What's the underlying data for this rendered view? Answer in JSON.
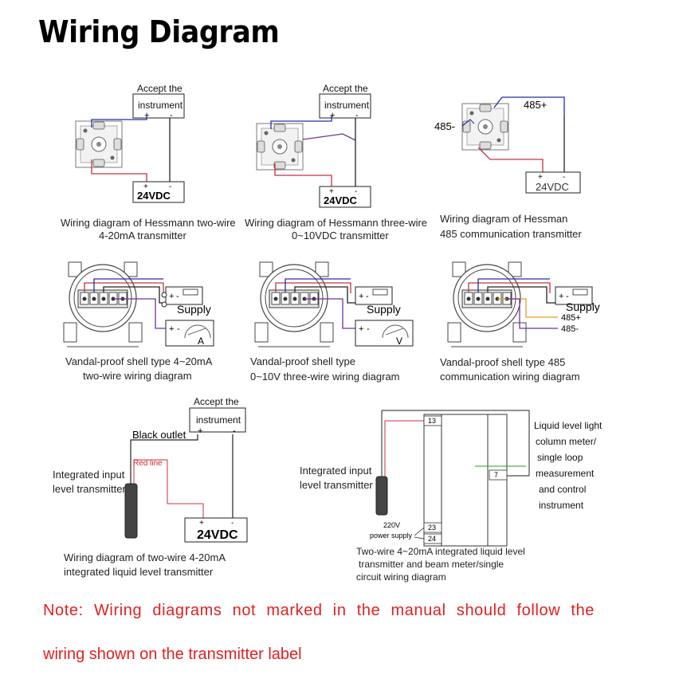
{
  "title": "Wiring Diagram",
  "diagrams": {
    "d1": {
      "box_label": [
        "Accept the",
        "instrument"
      ],
      "supply": "24VDC",
      "plus": "+",
      "minus": "-",
      "caption": [
        "Wiring diagram of Hessmann two-wire",
        "4-20mA transmitter"
      ]
    },
    "d2": {
      "box_label": [
        "Accept the",
        "instrument"
      ],
      "supply": "24VDC",
      "plus": "+",
      "minus": "-",
      "caption": [
        "Wiring diagram of Hessmann three-wire",
        "0~10VDC transmitter"
      ]
    },
    "d3": {
      "label_485p": "485+",
      "label_485m": "485-",
      "supply": "24VDC",
      "plus": "+",
      "minus": "-",
      "caption": [
        "Wiring diagram of Hessman",
        "485 communication transmitter"
      ]
    },
    "d4": {
      "supply": "Supply",
      "meter": "A",
      "caption": [
        "Vandal-proof shell type 4~20mA",
        "two-wire wiring diagram"
      ]
    },
    "d5": {
      "supply": "Supply",
      "meter": "V",
      "caption": [
        "Vandal-proof shell type",
        "0~10V three-wire wiring diagram"
      ]
    },
    "d6": {
      "supply": "Supply",
      "label_485p": "485+",
      "label_485m": "485-",
      "caption": [
        "Vandal-proof shell type 485",
        "communication wiring diagram"
      ]
    },
    "d7": {
      "box_label": [
        "Accept the",
        "instrument"
      ],
      "black_outlet": "Black outlet",
      "red_line": "Red line",
      "device": [
        "Integrated input",
        "level transmitter"
      ],
      "supply": "24VDC",
      "plus": "+",
      "minus": "-",
      "caption": [
        "Wiring diagram of two-wire 4-20mA",
        "integrated liquid level transmitter"
      ]
    },
    "d8": {
      "device": [
        "Integrated input",
        "level transmitter"
      ],
      "terminal_13": "13",
      "terminal_23": "23",
      "terminal_24": "24",
      "terminal_7": "7",
      "power": [
        "220V",
        "power supply"
      ],
      "meter_label": [
        "Liquid level light",
        "column meter/",
        "single loop",
        "measurement",
        "and control",
        "instrument"
      ],
      "caption": [
        "Two-wire 4~20mA integrated liquid level",
        "transmitter and beam meter/single",
        "circuit wiring diagram"
      ]
    }
  },
  "note": {
    "line1": "Note: Wiring diagrams not marked in the manual should follow the",
    "line2": "wiring shown on the transmitter label"
  },
  "colors": {
    "note": "#e02020",
    "wire_red": "#c83040",
    "wire_blue": "#2030a0",
    "wire_purple": "#7030a0"
  }
}
